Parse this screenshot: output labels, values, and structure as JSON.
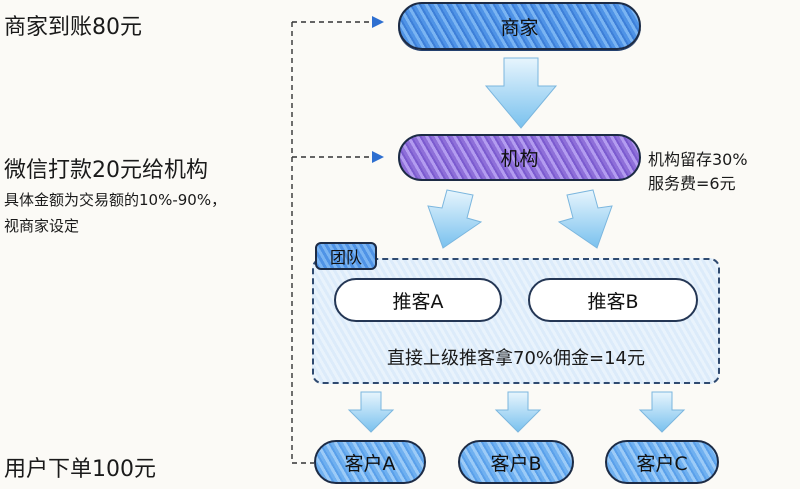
{
  "left_notes": {
    "merchant_receipt": "商家到账80元",
    "transfer_title": "微信打款20元给机构",
    "transfer_detail_1": "具体金额为交易额的10%-90%，",
    "transfer_detail_2": "视商家设定",
    "user_order": "用户下单100元"
  },
  "nodes": {
    "merchant": "商家",
    "agency": "机构",
    "team_tag": "团队",
    "promoter_a": "推客A",
    "promoter_b": "推客B",
    "customer_a": "客户A",
    "customer_b": "客户B",
    "customer_c": "客户C"
  },
  "agency_note": {
    "line1": "机构留存30%",
    "line2": "服务费=6元"
  },
  "team_note": "直接上级推客拿70%佣金=14元",
  "colors": {
    "merchant_blue": "#4f93e6",
    "agency_purple": "#8e6fd9",
    "team_fill": "#dcebfa",
    "arrow_fill": "#a9d8f5",
    "dashed_line": "#333333"
  }
}
